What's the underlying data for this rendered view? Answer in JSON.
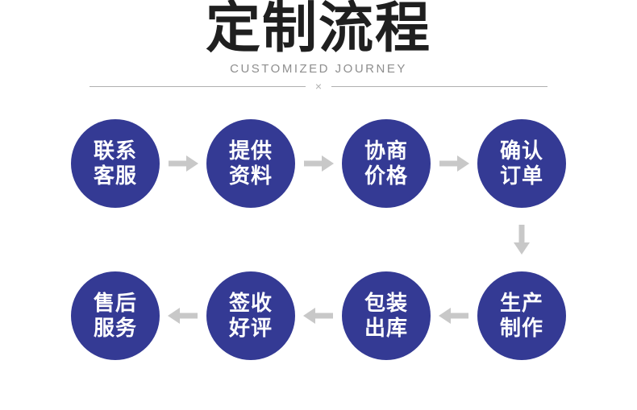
{
  "header": {
    "title": "定制流程",
    "subtitle": "CUSTOMIZED JOURNEY",
    "divider_symbol": "×"
  },
  "colors": {
    "circle_fill": "#343a94",
    "circle_text": "#ffffff",
    "arrow": "#c8c8c8",
    "title_text": "#1f1f1f",
    "subtitle_text": "#8e8e8e",
    "divider_line": "#b0b0b0"
  },
  "steps": [
    {
      "line1": "联系",
      "line2": "客服"
    },
    {
      "line1": "提供",
      "line2": "资料"
    },
    {
      "line1": "协商",
      "line2": "价格"
    },
    {
      "line1": "确认",
      "line2": "订单"
    },
    {
      "line1": "生产",
      "line2": "制作"
    },
    {
      "line1": "包装",
      "line2": "出库"
    },
    {
      "line1": "签收",
      "line2": "好评"
    },
    {
      "line1": "售后",
      "line2": "服务"
    }
  ],
  "icons": {
    "arrow_right": "→",
    "arrow_left": "←",
    "arrow_down": "↓",
    "divider_x": "×"
  }
}
